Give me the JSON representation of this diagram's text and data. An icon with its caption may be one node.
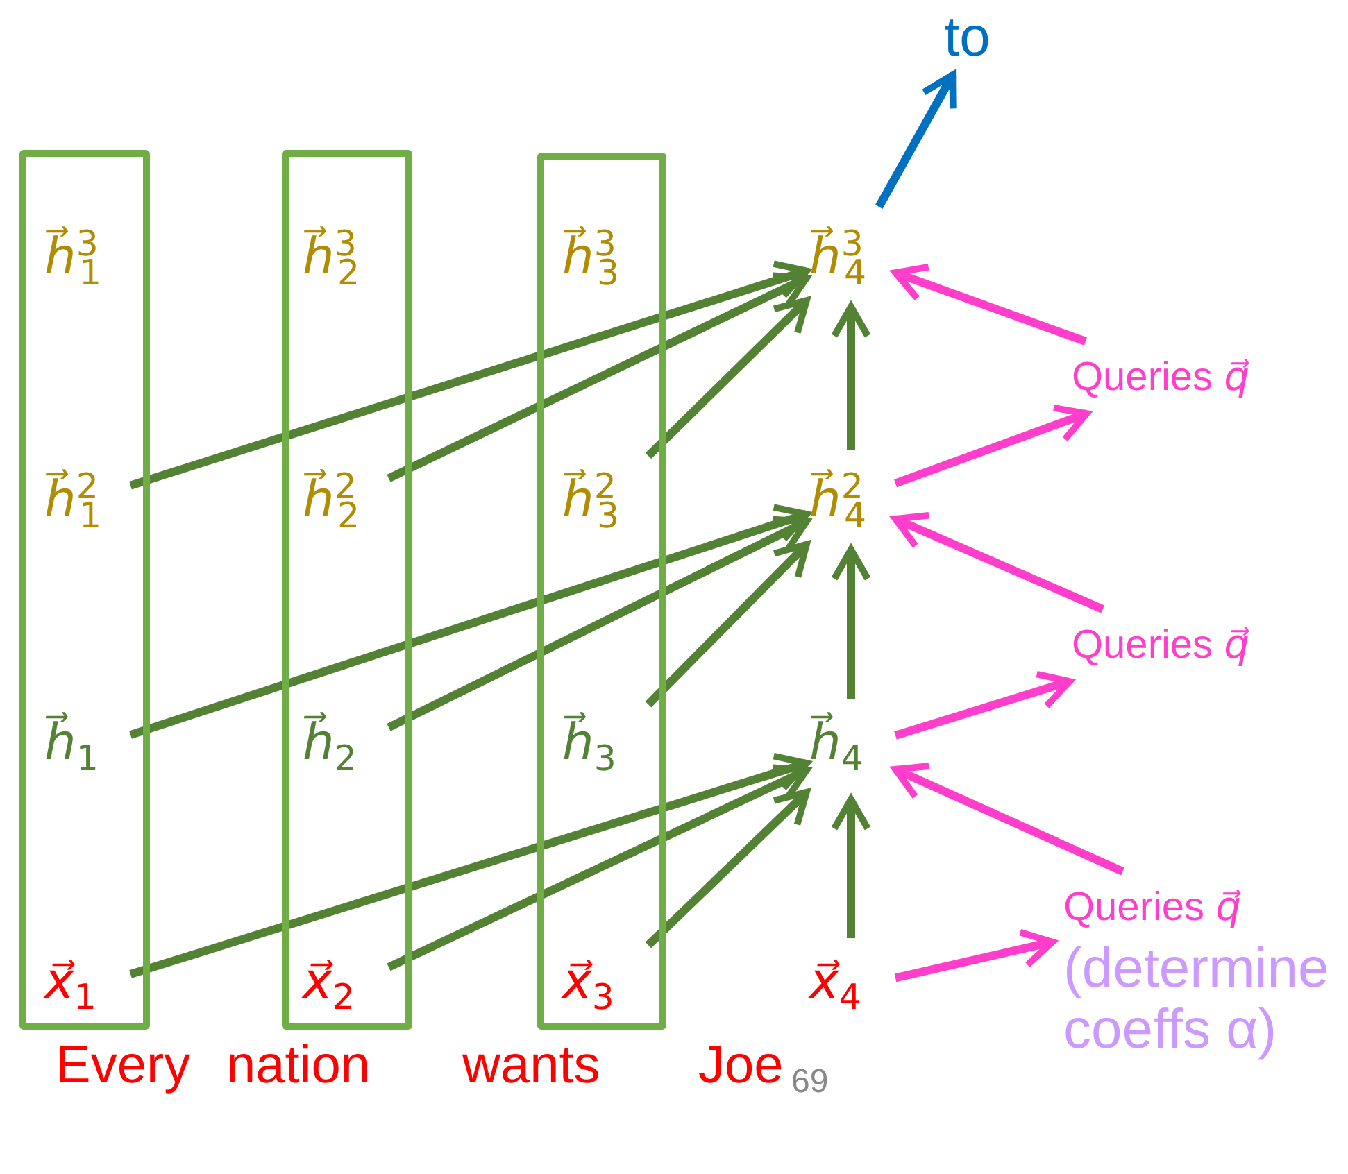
{
  "diagram": {
    "nodes": [
      {
        "text": [],
        "shape": "box"
      },
      {
        "text": [],
        "shape": "box"
      },
      {
        "text": [],
        "shape": "box"
      },
      {
        "text": [
          "*h⃗*$^{3}$$_{1}$"
        ],
        "in": 0
      },
      {
        "text": [
          "*h⃗*$^{2}$$_{1}$"
        ],
        "in": 0
      },
      {
        "text": [
          "*h⃗*$_{1}$"
        ],
        "in": 0
      },
      {
        "text": [
          "*x⃗*$_{1}$"
        ],
        "in": 0
      },
      {
        "text": [
          "*h⃗*$^{3}$$_{2}$"
        ],
        "in": 1
      },
      {
        "text": [
          "*h⃗*$^{2}$$_{2}$"
        ],
        "in": 1
      },
      {
        "text": [
          "*h⃗*$_{2}$"
        ],
        "in": 1
      },
      {
        "text": [
          "*x⃗*$_{2}$"
        ],
        "in": 1
      },
      {
        "text": [
          "*h⃗*$^{3}$$_{3}$"
        ],
        "in": 2
      },
      {
        "text": [
          "*h⃗*$^{2}$$_{3}$"
        ],
        "in": 2
      },
      {
        "text": [
          "*h⃗*$_{3}$"
        ],
        "in": 2
      },
      {
        "text": [
          "*x⃗*$_{3}$"
        ],
        "in": 2
      },
      {
        "text": [
          "*h⃗*$^{3}$$_{4}$"
        ]
      },
      {
        "text": [
          "*h⃗*$^{2}$$_{4}$"
        ]
      },
      {
        "text": [
          "*h⃗*$_{4}$"
        ]
      },
      {
        "text": [
          "*x⃗*$_{4}$"
        ]
      },
      {
        "text": [
          "to"
        ]
      },
      {
        "text": [
          "Queries *q⃗*"
        ]
      },
      {
        "text": [
          "Queries *q⃗*"
        ]
      },
      {
        "text": [
          "Queries *q⃗*",
          "(determine coeffs α)"
        ]
      }
    ],
    "edges": [
      {
        "from": 4,
        "to": 15,
        "arrow": "to"
      },
      {
        "from": 8,
        "to": 15,
        "arrow": "to"
      },
      {
        "from": 12,
        "to": 15,
        "arrow": "to"
      },
      {
        "from": 16,
        "to": 15,
        "arrow": "to"
      },
      {
        "from": 5,
        "to": 16,
        "arrow": "to"
      },
      {
        "from": 9,
        "to": 16,
        "arrow": "to"
      },
      {
        "from": 13,
        "to": 16,
        "arrow": "to"
      },
      {
        "from": 17,
        "to": 16,
        "arrow": "to"
      },
      {
        "from": 6,
        "to": 17,
        "arrow": "to"
      },
      {
        "from": 10,
        "to": 17,
        "arrow": "to"
      },
      {
        "from": 14,
        "to": 17,
        "arrow": "to"
      },
      {
        "from": 18,
        "to": 17,
        "arrow": "to"
      },
      {
        "from": 15,
        "to": 19,
        "arrow": "to",
        "color": "#0070c0"
      },
      {
        "from": 20,
        "to": 15,
        "arrow": "to",
        "color": "#ff3fcc"
      },
      {
        "from": 16,
        "to": 20,
        "arrow": "to",
        "color": "#ff3fcc"
      },
      {
        "from": 21,
        "to": 16,
        "arrow": "to",
        "color": "#ff3fcc"
      },
      {
        "from": 17,
        "to": 21,
        "arrow": "to",
        "color": "#ff3fcc"
      },
      {
        "from": 22,
        "to": 17,
        "arrow": "to",
        "color": "#ff3fcc"
      },
      {
        "from": 18,
        "to": 22,
        "arrow": "to",
        "color": "#ff3fcc"
      }
    ],
    "labels": [
      "Every",
      "nation",
      "wants",
      "Joe",
      "69"
    ]
  }
}
